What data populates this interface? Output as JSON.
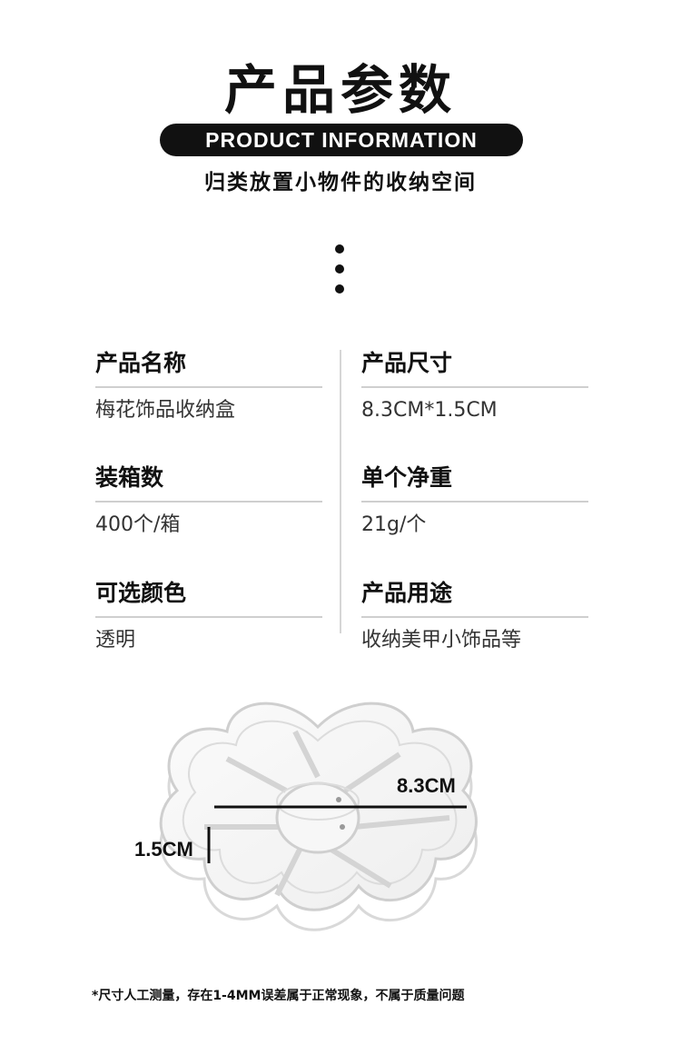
{
  "header": {
    "title": "产品参数",
    "english_title": "PRODUCT INFORMATION",
    "subtitle": "归类放置小物件的收纳空间"
  },
  "specs": {
    "left": [
      {
        "label": "产品名称",
        "value": "梅花饰品收纳盒"
      },
      {
        "label": "装箱数",
        "value": "400个/箱"
      },
      {
        "label": "可选颜色",
        "value": "透明"
      }
    ],
    "right": [
      {
        "label": "产品尺寸",
        "value": "8.3CM*1.5CM"
      },
      {
        "label": "单个净重",
        "value": "21g/个"
      },
      {
        "label": "产品用途",
        "value": "收纳美甲小饰品等"
      }
    ]
  },
  "product_image": {
    "width_label": "8.3CM",
    "height_label": "1.5CM"
  },
  "footnote": "*尺寸人工测量，存在1-4MM误差属于正常现象，不属于质量问题",
  "colors": {
    "primary": "#111111",
    "rule": "#cfcfcf",
    "pill_text": "#ffffff"
  }
}
